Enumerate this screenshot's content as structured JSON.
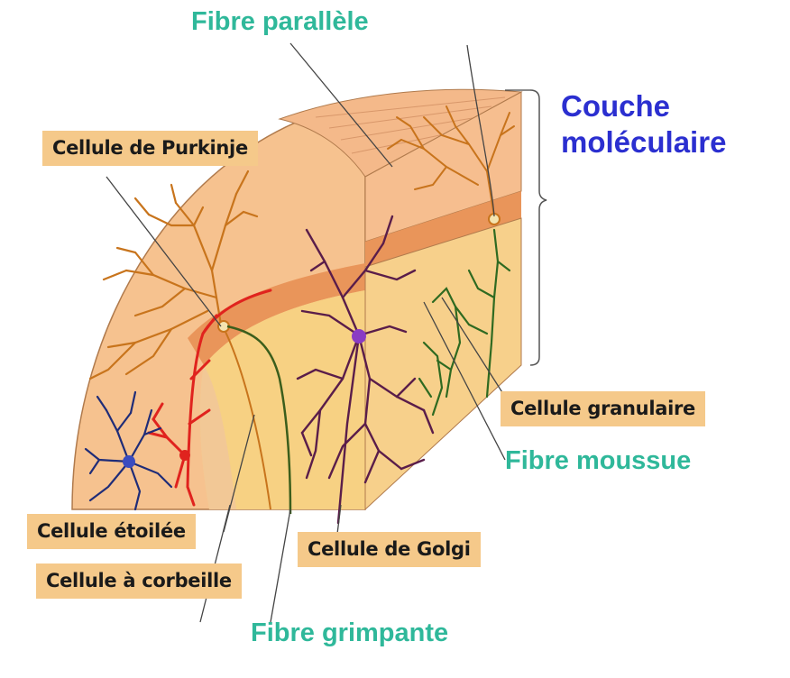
{
  "labels": {
    "fibre_parallele": "Fibre parallèle",
    "couche_line1": "Couche",
    "couche_line2": "moléculaire",
    "cellule_purkinje": "Cellule de Purkinje",
    "cellule_granulaire": "Cellule granulaire",
    "fibre_moussue": "Fibre moussue",
    "cellule_etoilee": "Cellule étoilée",
    "cellule_golgi": "Cellule de Golgi",
    "cellule_corbeille": "Cellule à corbeille",
    "fibre_grimpante": "Fibre grimpante"
  },
  "colors": {
    "label_box": "#f5c98a",
    "green_label": "#2fb89a",
    "blue_label": "#2b2fd0",
    "molecular_layer": "#f6c28f",
    "purkinje_band": "#e9955a",
    "granular_layer": "#f7d183",
    "purkinje_dendrite": "#c8741c",
    "golgi_cell": "#5a1d4a",
    "stellate_cell": "#1f2c78",
    "basket_cell": "#e0231e",
    "climbing_fiber": "#3b5e1c",
    "granule_cell": "#2f6a21"
  }
}
